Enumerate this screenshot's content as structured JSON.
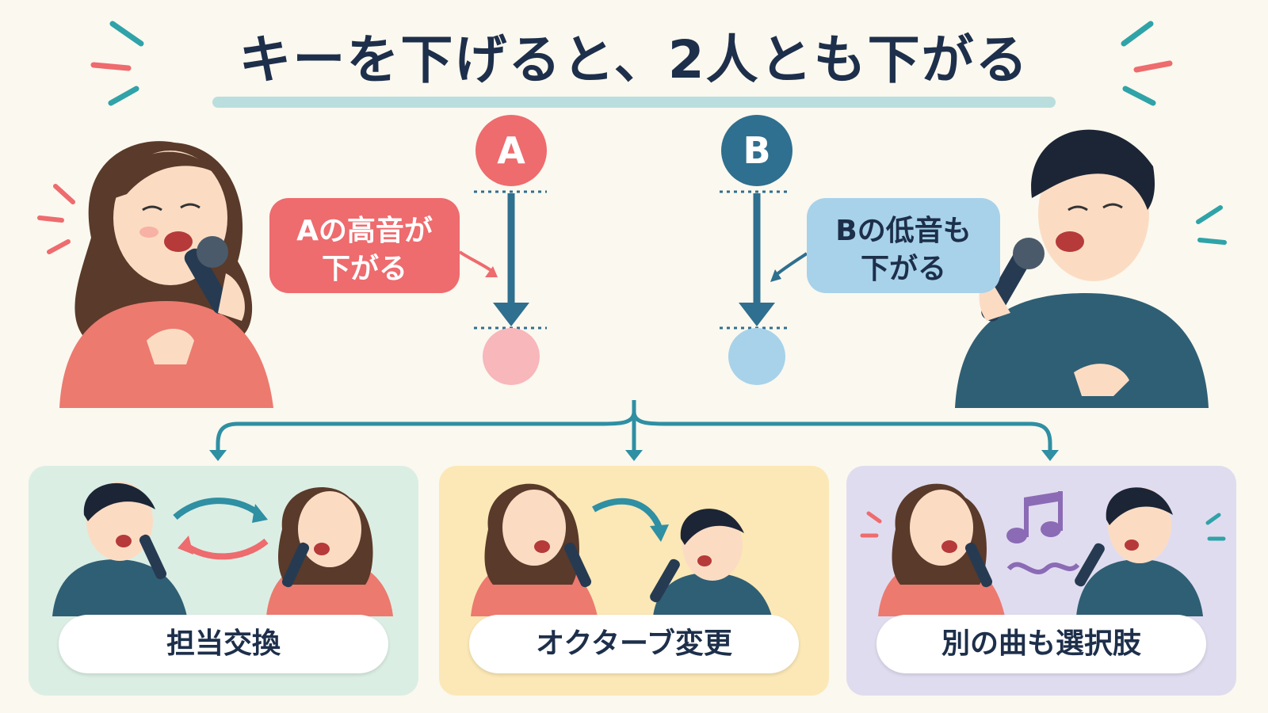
{
  "title": "キーを下げると、2人とも下がる",
  "singer_a": {
    "badge": "A",
    "callout_line1": "Aの高音が",
    "callout_line2": "下がる"
  },
  "singer_b": {
    "badge": "B",
    "callout_line1": "Bの低音も",
    "callout_line2": "下がる"
  },
  "options": [
    {
      "label": "担当交換"
    },
    {
      "label": "オクターブ変更"
    },
    {
      "label": "別の曲も選択肢"
    }
  ],
  "colors": {
    "accent_red": "#ee6b6e",
    "accent_teal": "#2f6f8f",
    "light_blue": "#a7d2ea",
    "title_color": "#1d2f4a"
  },
  "icons": [
    "music-note-icon",
    "swap-arrows-icon",
    "down-arrow-icon",
    "branch-arrow-icon"
  ]
}
